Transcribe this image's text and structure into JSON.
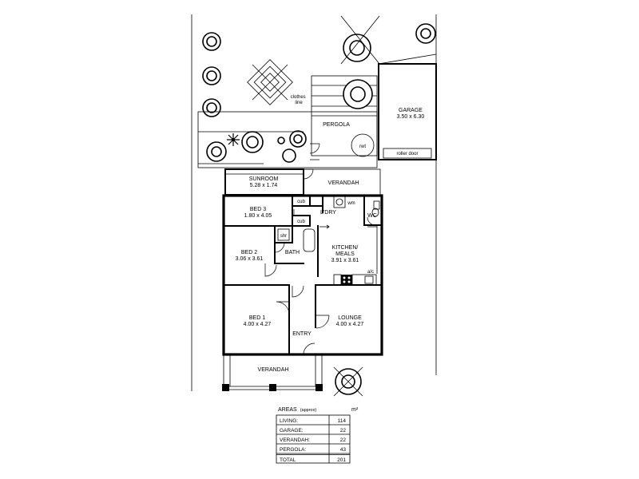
{
  "garden": {
    "clothes_line": "clothes\nline"
  },
  "rooms": {
    "garage": {
      "name": "GARAGE",
      "size": "3.50 x 6.30"
    },
    "roller_door": "roller door",
    "pergola": "PERGOLA",
    "rwt": "rwt",
    "sunroom": {
      "name": "SUNROOM",
      "size": "5.28 x 1.74"
    },
    "verandah_rear": "VERANDAH",
    "cub_1": "cub",
    "wm": "wm",
    "bed3": {
      "name": "BED 3",
      "size": "1.80 x 4.05"
    },
    "ldry": "L'DRY",
    "wc": "WC",
    "cub_2": "cub",
    "shr": "shr",
    "bath": "BATH",
    "bed2": {
      "name": "BED 2",
      "size": "3.06 x 3.61"
    },
    "kitchen": {
      "name": "KITCHEN/",
      "name2": "MEALS",
      "size": "3.91 x 3.61"
    },
    "ac": "a/c",
    "bed1": {
      "name": "BED 1",
      "size": "4.00 x 4.27"
    },
    "lounge": {
      "name": "LOUNGE",
      "size": "4.00 x 4.27"
    },
    "entry": "ENTRY",
    "verandah_front": "VERANDAH"
  },
  "areas": {
    "title": "AREAS",
    "title_note": "(approx)",
    "unit": "m²",
    "rows": [
      {
        "label": "LIVING:",
        "value": "114"
      },
      {
        "label": "GARAGE:",
        "value": "22"
      },
      {
        "label": "VERANDAH:",
        "value": "22"
      },
      {
        "label": "PERGOLA:",
        "value": "43"
      }
    ],
    "total": {
      "label": "TOTAL",
      "value": "201"
    }
  }
}
